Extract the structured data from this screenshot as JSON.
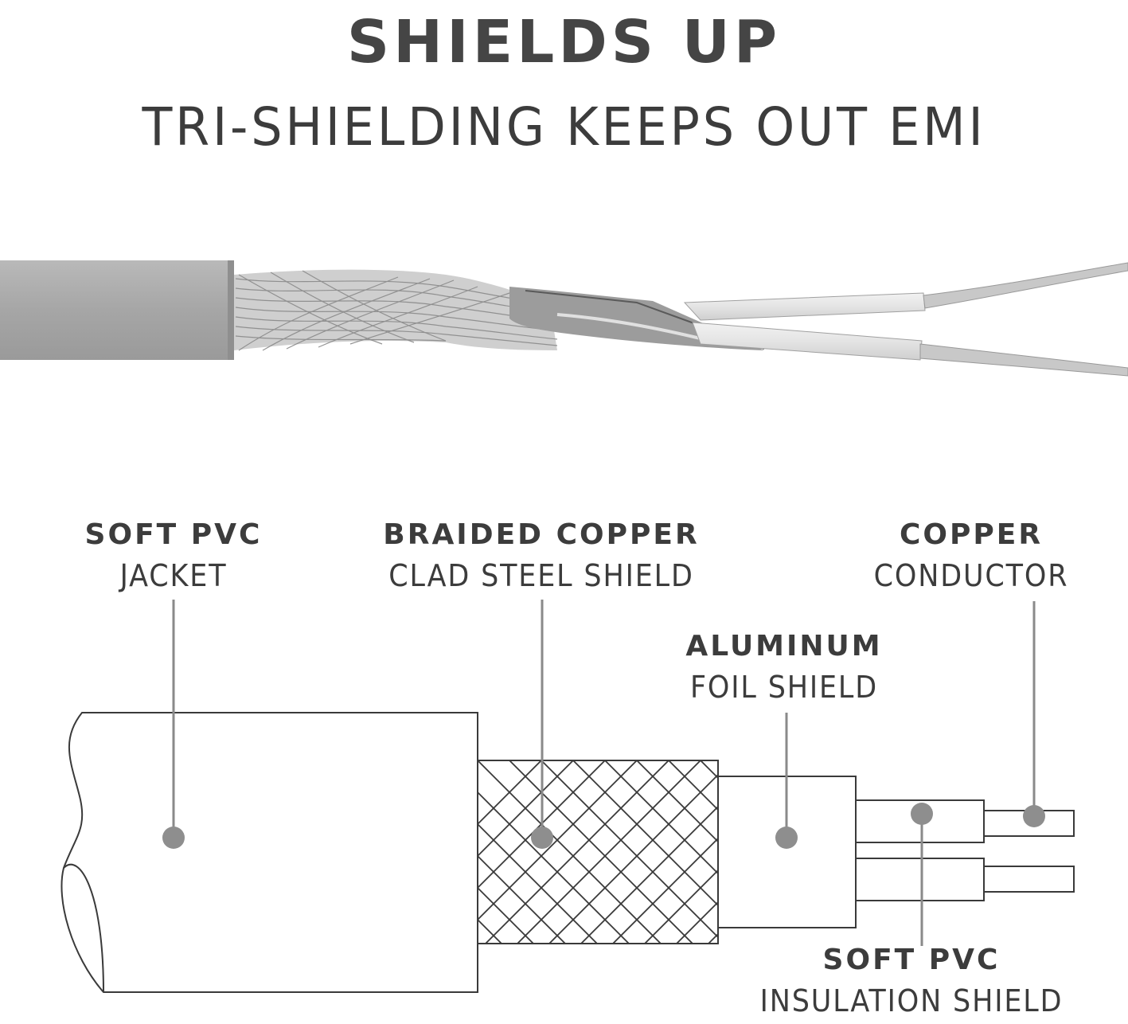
{
  "header": {
    "title": "SHIELDS UP",
    "subtitle": "TRI-SHIELDING KEEPS OUT EMI"
  },
  "labels": {
    "jacket": {
      "bold": "SOFT PVC",
      "regular": "JACKET"
    },
    "braid": {
      "bold": "BRAIDED COPPER",
      "regular": "CLAD STEEL SHIELD"
    },
    "foil": {
      "bold": "ALUMINUM",
      "regular": "FOIL SHIELD"
    },
    "conductor": {
      "bold": "COPPER",
      "regular": "CONDUCTOR"
    },
    "insulation": {
      "bold": "SOFT PVC",
      "regular": "INSULATION SHIELD"
    }
  },
  "colors": {
    "line": "#3a3a3a",
    "leader": "#8a8a8a",
    "dot": "#8e8e8e",
    "jacket_photo": "#a9a9a9"
  }
}
